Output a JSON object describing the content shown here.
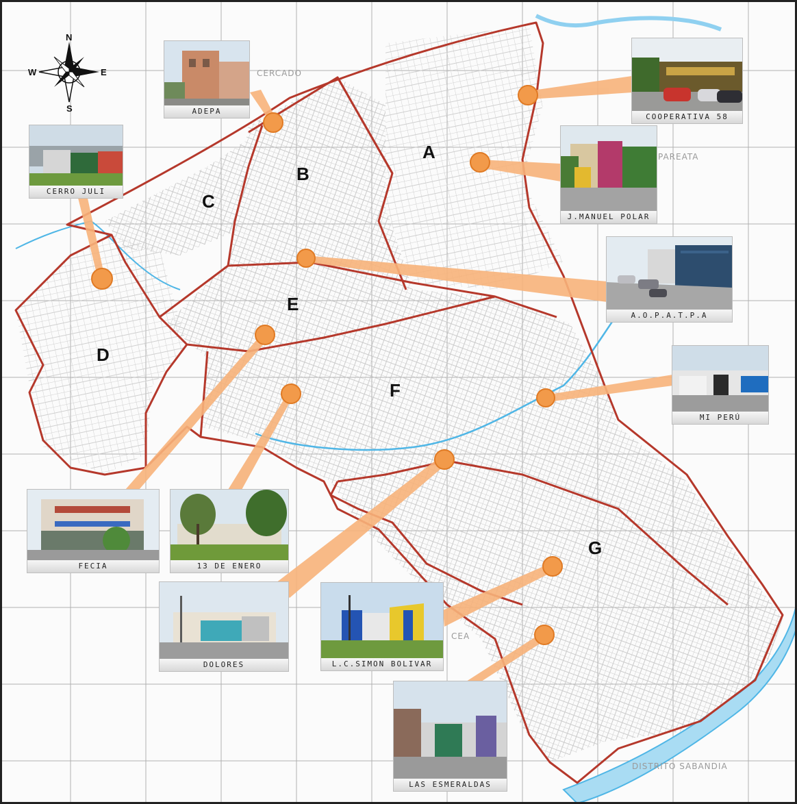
{
  "zones": [
    "A",
    "B",
    "C",
    "D",
    "E",
    "F",
    "G"
  ],
  "place_labels": [
    "CERCADO",
    "PAREATA",
    "CEA",
    "DISTRITO SABANDIA"
  ],
  "compass": {
    "north": "N",
    "south": "S",
    "east": "E",
    "west": "W"
  },
  "locations": [
    {
      "label": "ADEPA"
    },
    {
      "label": "COOPERATIVA 58"
    },
    {
      "label": "J.MANUEL POLAR"
    },
    {
      "label": "CERRO JULI"
    },
    {
      "label": "A.O.P.A.T.P.A"
    },
    {
      "label": "MI PERÚ"
    },
    {
      "label": "FECIA"
    },
    {
      "label": "13 DE ENERO"
    },
    {
      "label": "DOLORES"
    },
    {
      "label": "L.C.SIMON BOLIVAR"
    },
    {
      "label": "LAS ESMERALDAS"
    }
  ],
  "colors": {
    "boundary": "#b5382b",
    "marker": "#f29a4a",
    "callout": "#f7b27a",
    "river": "#4fb6e6",
    "streets": "#c2c2c2",
    "grid": "#b0b0b0"
  }
}
